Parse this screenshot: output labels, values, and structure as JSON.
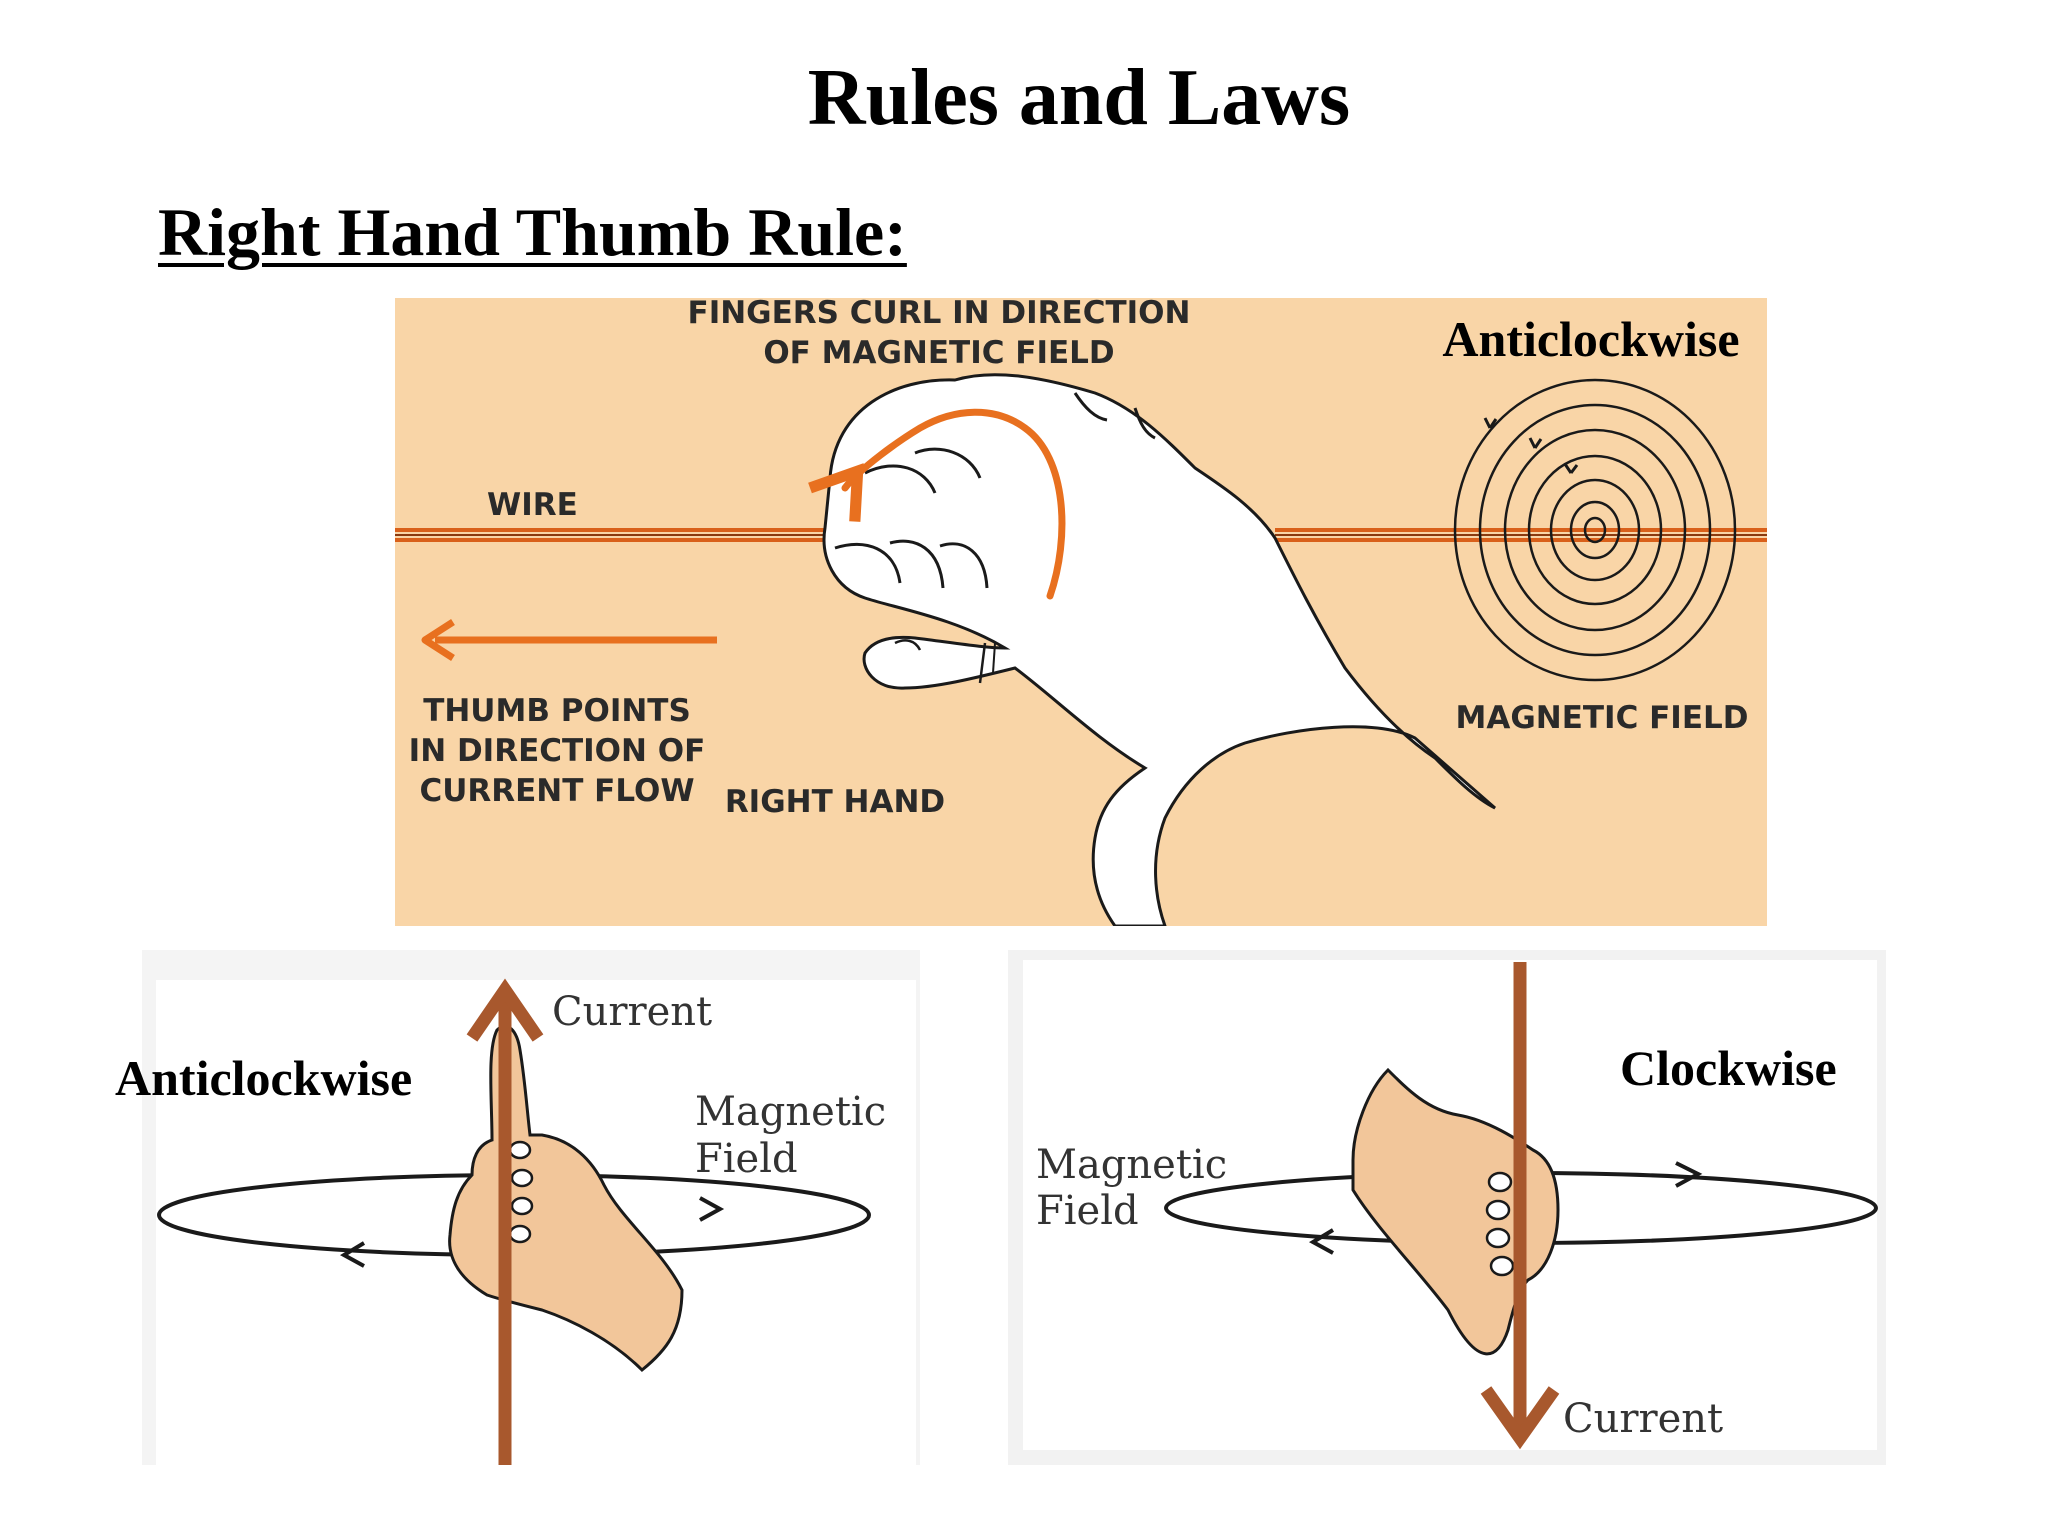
{
  "page": {
    "title": "Rules and Laws",
    "section_heading": "Right Hand Thumb Rule:"
  },
  "top_diagram": {
    "fingers_label": [
      "FINGERS CURL IN DIRECTION",
      "OF MAGNETIC FIELD"
    ],
    "wire_label": "WIRE",
    "thumb_label": [
      "THUMB POINTS",
      "IN DIRECTION OF",
      "CURRENT FLOW"
    ],
    "hand_label": "RIGHT HAND",
    "field_label": "MAGNETIC FIELD",
    "direction_label": "Anticlockwise"
  },
  "left_diagram": {
    "current_label": "Current",
    "field_label": [
      "Magnetic",
      "Field"
    ],
    "direction_label": "Anticlockwise"
  },
  "right_diagram": {
    "current_label": "Current",
    "field_label": [
      "Magnetic",
      "Field"
    ],
    "direction_label": "Clockwise"
  },
  "colors": {
    "top_background": "#f9d5a7",
    "wire": "#d9601a",
    "arrow": "#e8701f",
    "conductor": "#a8582d",
    "skin": "#f2c69a"
  }
}
